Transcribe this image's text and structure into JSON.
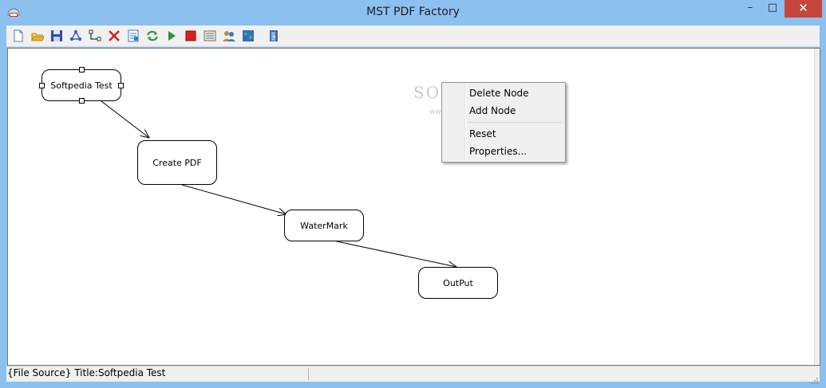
{
  "window": {
    "title": "MST PDF Factory"
  },
  "window_controls": {
    "minimize": "–",
    "maximize": "□",
    "close": "✕"
  },
  "toolbar": {
    "buttons": [
      {
        "name": "new-icon",
        "color": "#4a7cc4"
      },
      {
        "name": "open-folder-icon",
        "color": "#e2b33a"
      },
      {
        "name": "save-icon",
        "color": "#2c4fa0"
      },
      {
        "name": "connect-nodes-icon",
        "color": "#3568b8"
      },
      {
        "name": "link-icon",
        "color": "#333333"
      },
      {
        "name": "delete-icon",
        "color": "#d0201c"
      },
      {
        "name": "document-properties-icon",
        "color": "#3a78c8"
      },
      {
        "name": "refresh-icon",
        "color": "#2e9a3a"
      },
      {
        "name": "run-icon",
        "color": "#1f9a2e"
      },
      {
        "name": "stop-icon",
        "color": "#d8221e"
      },
      {
        "name": "report-icon",
        "color": "#6a6a6a"
      },
      {
        "name": "users-icon",
        "color": "#c08a3a"
      },
      {
        "name": "world-icon",
        "color": "#2f6fc2"
      },
      {
        "name": "exit-icon",
        "color": "#3a6bb8"
      }
    ]
  },
  "diagram": {
    "nodes": [
      {
        "id": "softpedia-test",
        "label": "Softpedia Test",
        "selected": true
      },
      {
        "id": "create-pdf",
        "label": "Create PDF"
      },
      {
        "id": "watermark",
        "label": "WaterMark"
      },
      {
        "id": "output",
        "label": "OutPut"
      }
    ]
  },
  "watermark": {
    "text": "SOFTP",
    "sub": "www.softpedia"
  },
  "context_menu": {
    "items": [
      {
        "label": "Delete Node"
      },
      {
        "label": "Add Node"
      },
      {
        "label": "Reset"
      },
      {
        "label": "Properties..."
      }
    ]
  },
  "statusbar": {
    "text": "{File Source} Title:Softpedia Test"
  }
}
